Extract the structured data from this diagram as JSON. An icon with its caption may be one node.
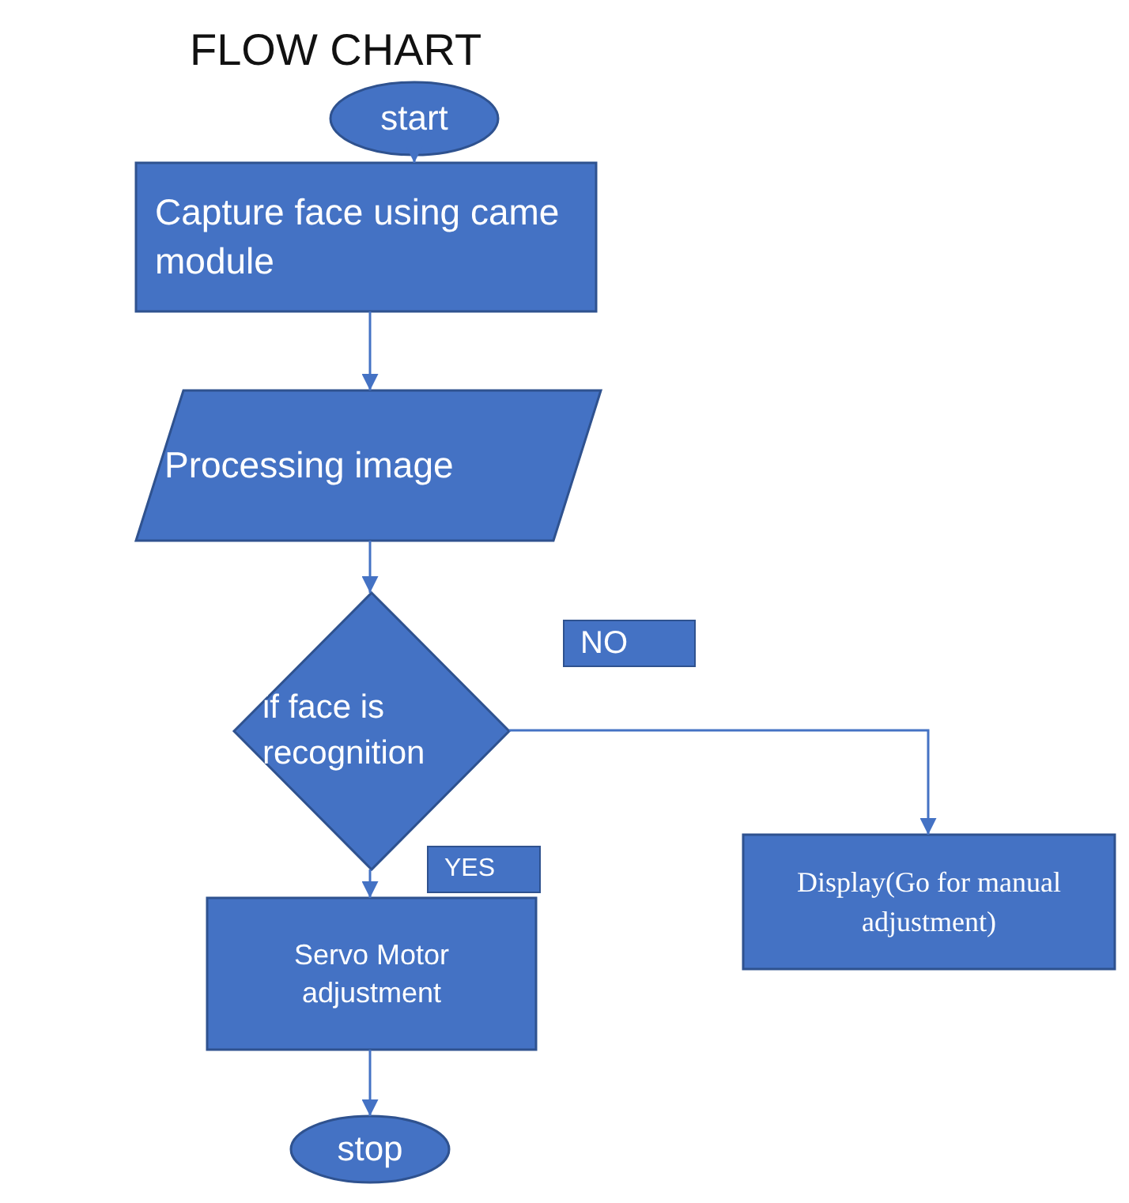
{
  "diagram": {
    "title": "FLOW CHART",
    "nodes": [
      {
        "text": [
          "start"
        ]
      },
      {
        "text": [
          "Capture face using came module"
        ]
      },
      {
        "text": [
          "Processing image"
        ]
      },
      {
        "text": [
          "if face is recognition"
        ]
      },
      {
        "text": [
          "Display(Go for manual adjustment)"
        ]
      },
      {
        "text": [
          "Servo Motor adjustment"
        ]
      },
      {
        "text": [
          "stop"
        ]
      }
    ],
    "edges": [
      {
        "from": 0,
        "to": 1,
        "arrow": "to"
      },
      {
        "from": 1,
        "to": 2,
        "arrow": "to"
      },
      {
        "from": 2,
        "to": 3,
        "arrow": "to"
      },
      {
        "from": 3,
        "to": 4,
        "arrow": "to",
        "label": "NO"
      },
      {
        "from": 3,
        "to": 5,
        "arrow": "to",
        "label": "YES"
      },
      {
        "from": 5,
        "to": 6,
        "arrow": "to"
      }
    ]
  }
}
